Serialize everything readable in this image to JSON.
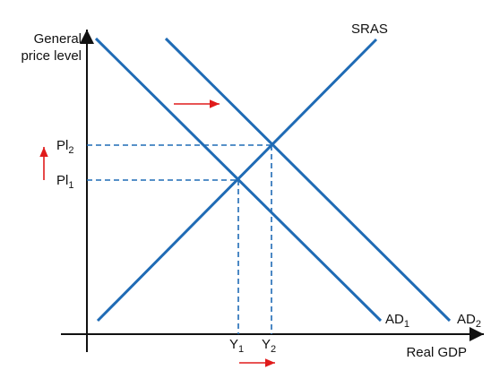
{
  "axes": {
    "y_label_line1": "General",
    "y_label_line2": "price level",
    "x_label": "Real GDP"
  },
  "curves": {
    "sras": "SRAS",
    "ad1_main": "AD",
    "ad1_sub": "1",
    "ad2_main": "AD",
    "ad2_sub": "2"
  },
  "price_levels": {
    "pl1_main": "Pl",
    "pl1_sub": "1",
    "pl2_main": "Pl",
    "pl2_sub": "2"
  },
  "output_levels": {
    "y1_main": "Y",
    "y1_sub": "1",
    "y2_main": "Y",
    "y2_sub": "2"
  },
  "colors": {
    "curve": "#1f6bb5",
    "axis": "#111111",
    "guide": "#1f6bb5",
    "shift_arrow": "#e01b1b"
  },
  "icons": {
    "demand_shift": "right-arrow",
    "price_rise": "up-arrow",
    "output_rise": "right-arrow"
  }
}
